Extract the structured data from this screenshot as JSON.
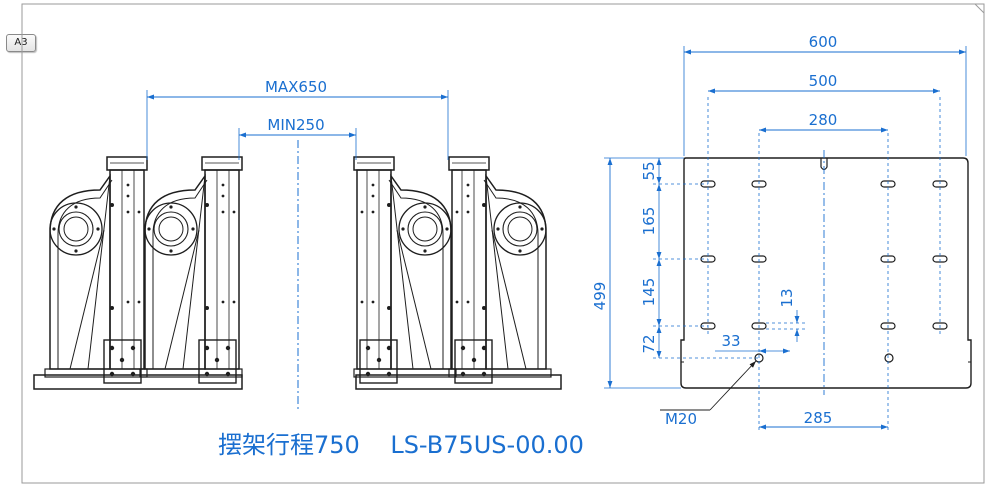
{
  "sheet": {
    "format_tag": "A3"
  },
  "title_block": {
    "drawing_title": "摆架行程750    LS-B75US-00.00"
  },
  "front_view": {
    "dimensions": {
      "max_travel": "MAX650",
      "min_travel": "MIN250"
    }
  },
  "base_plate_view": {
    "dimensions": {
      "width_outer": "600",
      "width_holes": "500",
      "width_inner_holes": "280",
      "height_total": "499",
      "v_spacing_top": "55",
      "v_spacing_mid": "165",
      "v_spacing_low": "145",
      "v_spacing_bottom": "72",
      "slot_offset_x": "33",
      "slot_offset_y": "13",
      "tapped_hole_spacing": "285",
      "thread_callout": "M20"
    }
  },
  "colors": {
    "line": "#1e1e1e",
    "dimension": "#1a6fd0",
    "frame": "#9a9a9a",
    "background": "#ffffff"
  }
}
